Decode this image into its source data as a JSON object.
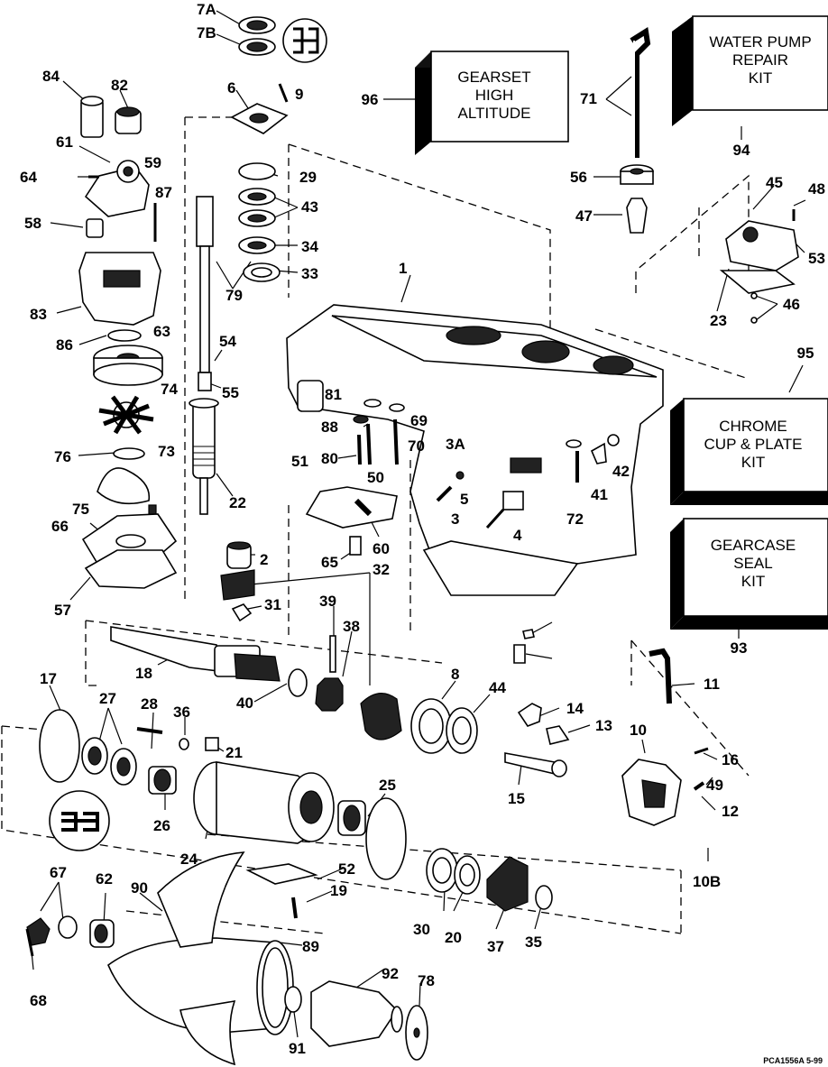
{
  "kits": [
    {
      "id": "water-pump-kit",
      "lines": [
        "WATER PUMP",
        "REPAIR",
        "KIT"
      ],
      "ref": "94"
    },
    {
      "id": "gearset-kit",
      "lines": [
        "GEARSET",
        "HIGH",
        "ALTITUDE"
      ],
      "ref": "96"
    },
    {
      "id": "chrome-cup-kit",
      "lines": [
        "CHROME",
        "CUP & PLATE",
        "KIT"
      ],
      "ref": "95"
    },
    {
      "id": "gearcase-seal-kit",
      "lines": [
        "GEARCASE",
        "SEAL",
        "KIT"
      ],
      "ref": "93"
    }
  ],
  "callouts": [
    "7A",
    "7B",
    "6",
    "9",
    "84",
    "82",
    "61",
    "59",
    "64",
    "87",
    "58",
    "83",
    "86",
    "63",
    "74",
    "76",
    "73",
    "75",
    "66",
    "57",
    "29",
    "43",
    "34",
    "33",
    "79",
    "54",
    "55",
    "22",
    "2",
    "32",
    "31",
    "1",
    "81",
    "69",
    "88",
    "70",
    "51",
    "80",
    "50",
    "3A",
    "5",
    "3",
    "4",
    "60",
    "65",
    "71",
    "56",
    "47",
    "45",
    "48",
    "53",
    "23",
    "46",
    "42",
    "41",
    "72",
    "39",
    "38",
    "18",
    "40",
    "8",
    "44",
    "11",
    "17",
    "27",
    "28",
    "36",
    "21",
    "14",
    "13",
    "10",
    "16",
    "49",
    "12",
    "15",
    "26",
    "25",
    "24",
    "52",
    "19",
    "20",
    "30",
    "37",
    "35",
    "10B",
    "67",
    "62",
    "90",
    "89",
    "92",
    "78",
    "68",
    "91"
  ],
  "footer_code": "PCA1556A  5-99"
}
